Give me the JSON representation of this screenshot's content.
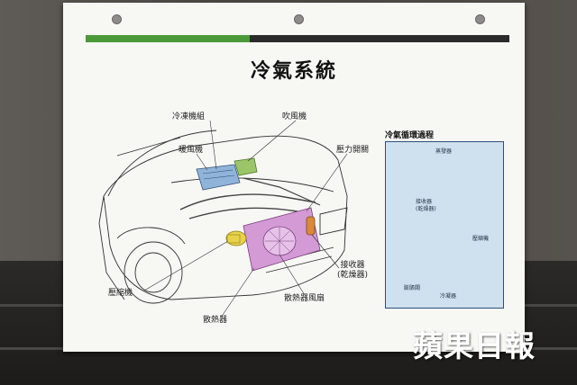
{
  "board": {
    "title": "冷氣系統",
    "labels": {
      "evaporator_unit": "冷凍機組",
      "blower": "吹風機",
      "heater": "暖風機",
      "pressure_switch": "壓力開關",
      "receiver_line1": "接收器",
      "receiver_line2": "(乾燥器)",
      "compressor": "壓縮機",
      "condenser_fan": "散熱器風扇",
      "condenser": "散熱器"
    },
    "cycle": {
      "title": "冷氣循環過程",
      "evaporator": "蒸發器",
      "receiver_line1": "接收器",
      "receiver_line2": "(乾燥器)",
      "compressor": "壓縮機",
      "expansion_valve": "膨脹閥",
      "condenser": "冷凝器"
    },
    "colors": {
      "band_green": "#4b9a38",
      "band_black": "#2b2b2b",
      "cycle_bg": "#cfe0ee",
      "component_blue": "#8fb3d9",
      "component_pink": "#d49ad6",
      "component_yellow": "#e8d24a",
      "component_orange": "#d98a3a",
      "component_green": "#9cc56a"
    }
  },
  "watermark": {
    "text": "蘋果日報"
  }
}
